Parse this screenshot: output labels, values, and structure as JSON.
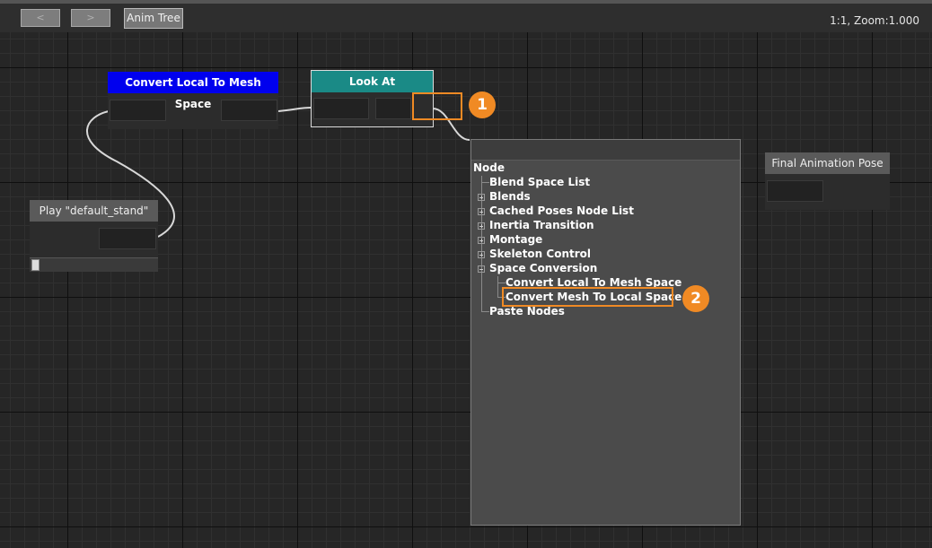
{
  "toolbar": {
    "back_label": "<",
    "forward_label": ">",
    "tab_label": "Anim Tree",
    "zoom_text": "1:1, Zoom:1.000"
  },
  "nodes": {
    "convert_local_to_mesh": {
      "title": "Convert Local To Mesh Space",
      "header_color": "#0000ee"
    },
    "look_at": {
      "title": "Look At",
      "header_color": "#1a8a86"
    },
    "play_default_stand": {
      "title": "Play \"default_stand\"",
      "header_color": "#5a5a5a"
    },
    "final_animation_pose": {
      "title": "Final Animation Pose",
      "header_color": "#5a5a5a"
    }
  },
  "context_menu": {
    "root": "Node",
    "items": [
      {
        "label": "Blend Space List"
      },
      {
        "label": "Blends"
      },
      {
        "label": "Cached Poses Node List"
      },
      {
        "label": "Inertia Transition"
      },
      {
        "label": "Montage"
      },
      {
        "label": "Skeleton Control"
      },
      {
        "label": "Space Conversion"
      },
      {
        "label": "Convert Local To Mesh Space"
      },
      {
        "label": "Convert Mesh To Local Space"
      },
      {
        "label": "Paste Nodes"
      }
    ]
  },
  "annotations": {
    "badge_1": "1",
    "badge_2": "2",
    "accent_color": "#f08a24"
  }
}
